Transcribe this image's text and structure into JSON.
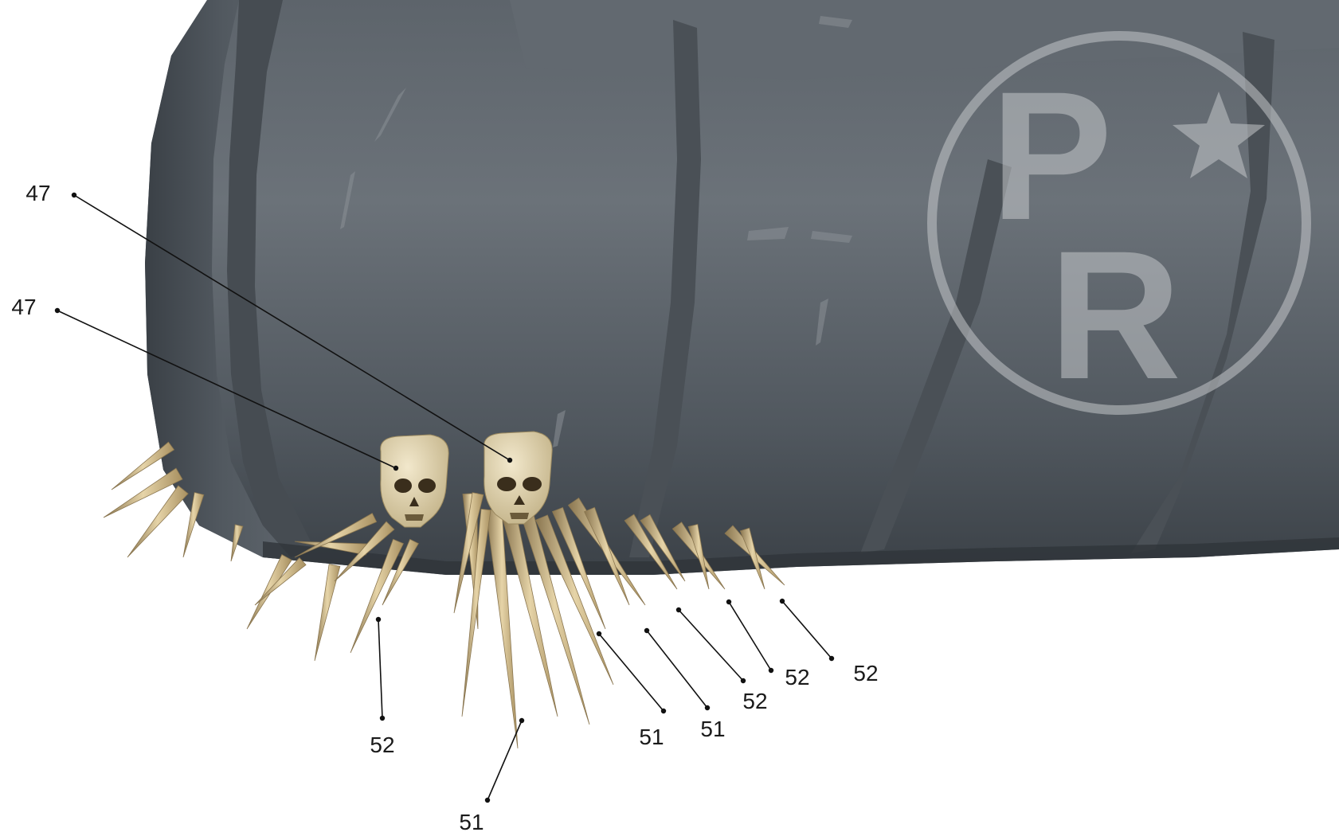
{
  "diagram": {
    "subject": "cannon-barrel-with-skull-spikes",
    "colors": {
      "barrel_light": "#6b7279",
      "barrel_mid": "#555c63",
      "barrel_dark": "#3b4147",
      "band": "#4a5056",
      "spike_light": "#e6d4a8",
      "spike_dark": "#8a7650",
      "skull": "#e9dcb9",
      "leader": "#111111",
      "label": "#1a1a1a",
      "watermark": "#c4c7ca"
    },
    "watermark": {
      "letters": [
        "P",
        "R"
      ],
      "icon": "star-icon"
    },
    "callouts": [
      {
        "id": "c47a",
        "label": "47"
      },
      {
        "id": "c47b",
        "label": "47"
      },
      {
        "id": "c52a",
        "label": "52"
      },
      {
        "id": "c51a",
        "label": "51"
      },
      {
        "id": "c51b",
        "label": "51"
      },
      {
        "id": "c51c",
        "label": "51"
      },
      {
        "id": "c52b",
        "label": "52"
      },
      {
        "id": "c52c",
        "label": "52"
      },
      {
        "id": "c52d",
        "label": "52"
      }
    ]
  }
}
